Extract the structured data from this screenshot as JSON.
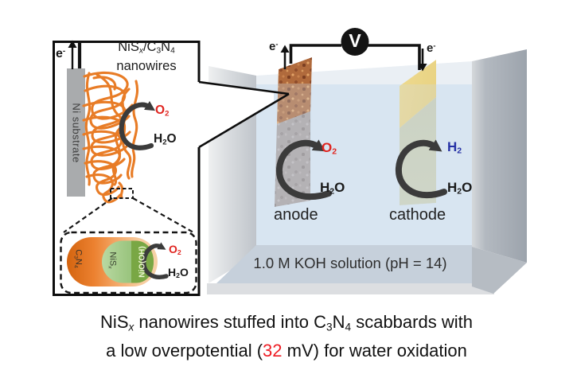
{
  "chem": {
    "o2": {
      "base": "O",
      "sub": "2"
    },
    "h2": {
      "base": "H",
      "sub": "2"
    },
    "h2o": {
      "h": "H",
      "sub": "2",
      "o": "O"
    },
    "electron": {
      "base": "e",
      "sup": "-"
    }
  },
  "left_panel": {
    "title": {
      "p1": "NiS",
      "x": "x",
      "p2": "/C",
      "s3": "3",
      "p3": "N",
      "s4": "4",
      "line2": "nanowires"
    },
    "substrate_label": "Ni substrate",
    "inset": {
      "c3n4": {
        "p1": "C",
        "s3": "3",
        "p2": "N",
        "s4": "4"
      },
      "nisx": {
        "p1": "NiS",
        "x": "x"
      },
      "niooh_label": "NiO(OH)"
    }
  },
  "cell": {
    "voltmeter_label": "V",
    "anode_label": "anode",
    "cathode_label": "cathode",
    "solution_label": "1.0 M KOH solution (pH = 14)"
  },
  "caption": {
    "l1a": "NiS",
    "l1x": "x",
    "l1b": " nanowires stuffed into C",
    "l1s3": "3",
    "l1c": "N",
    "l1s4": "4",
    "l1d": " scabbards with",
    "l2a": "a low overpotential (",
    "l2value": "32",
    "l2b": " mV) for water oxidation"
  },
  "colors": {
    "o2_red": "#e02520",
    "h2_blue": "#2531a5",
    "overpotential_red": "#ee1c23",
    "nanowire_orange": "#e87c26",
    "arrow_gray": "#3b3b3b",
    "solution_blue": "#d8e5f1",
    "niooh_green": "#79a744"
  }
}
